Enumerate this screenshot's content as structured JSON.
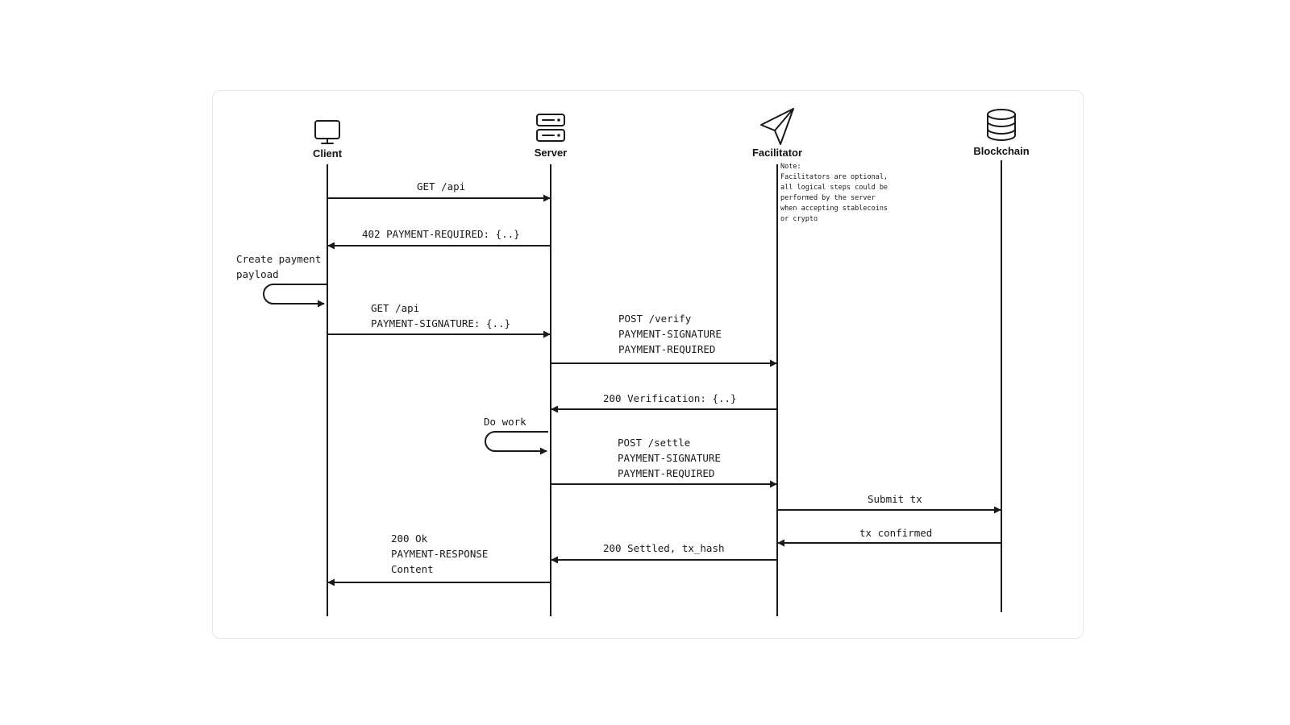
{
  "participants": [
    {
      "name": "Client",
      "icon": "monitor-icon"
    },
    {
      "name": "Server",
      "icon": "server-icon"
    },
    {
      "name": "Facilitator",
      "icon": "paper-plane-icon"
    },
    {
      "name": "Blockchain",
      "icon": "database-icon"
    }
  ],
  "note": {
    "lines": [
      "Note:",
      "Facilitators are optional,",
      "all logical steps could be",
      "performed by the server",
      "when accepting stablecoins",
      "or crypto"
    ]
  },
  "messages": [
    {
      "from": "Client",
      "to": "Server",
      "lines": [
        "GET /api"
      ]
    },
    {
      "from": "Server",
      "to": "Client",
      "lines": [
        "402 PAYMENT-REQUIRED: {..}"
      ]
    },
    {
      "from": "Client",
      "to": "Client",
      "lines": [
        "Create payment",
        "payload"
      ]
    },
    {
      "from": "Client",
      "to": "Server",
      "lines": [
        "GET /api",
        "PAYMENT-SIGNATURE: {..}"
      ]
    },
    {
      "from": "Server",
      "to": "Facilitator",
      "lines": [
        "POST /verify",
        "PAYMENT-SIGNATURE",
        "PAYMENT-REQUIRED"
      ]
    },
    {
      "from": "Facilitator",
      "to": "Server",
      "lines": [
        "200 Verification: {..}"
      ]
    },
    {
      "from": "Server",
      "to": "Server",
      "lines": [
        "Do work"
      ]
    },
    {
      "from": "Server",
      "to": "Facilitator",
      "lines": [
        "POST /settle",
        "PAYMENT-SIGNATURE",
        "PAYMENT-REQUIRED"
      ]
    },
    {
      "from": "Facilitator",
      "to": "Blockchain",
      "lines": [
        "Submit tx"
      ]
    },
    {
      "from": "Blockchain",
      "to": "Facilitator",
      "lines": [
        "tx confirmed"
      ]
    },
    {
      "from": "Facilitator",
      "to": "Server",
      "lines": [
        "200 Settled, tx_hash"
      ]
    },
    {
      "from": "Server",
      "to": "Client",
      "lines": [
        "200 Ok",
        "PAYMENT-RESPONSE",
        "Content"
      ]
    }
  ]
}
